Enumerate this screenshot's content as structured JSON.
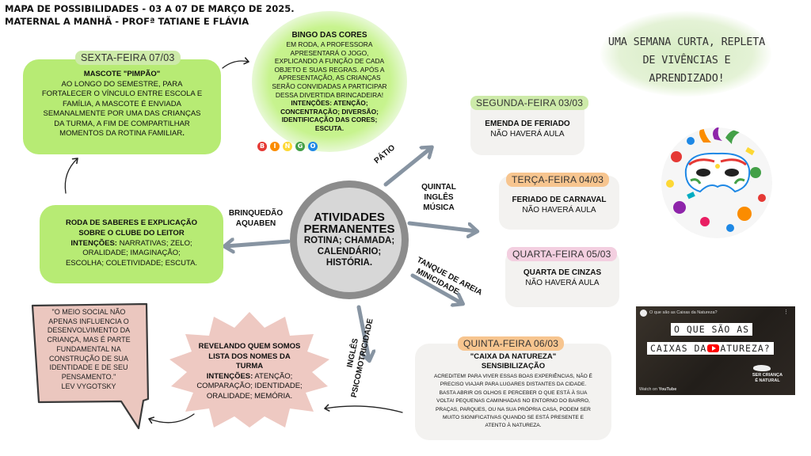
{
  "header": {
    "line1": "MAPA DE POSSIBILIDADES -  03 A 07 DE MARÇO DE 2025.",
    "line2": "MATERNAL A MANHÃ - PROFª TATIANE E FLÁVIA"
  },
  "tagline": {
    "line1": "UMA SEMANA CURTA, REPLETA",
    "line2": "DE VIVÊNCIAS E APRENDIZADO!"
  },
  "center": {
    "title1": "ATIVIDADES",
    "title2": "PERMANENTES",
    "sub1": "ROTINA; CHAMADA;",
    "sub2": "CALENDÁRIO;",
    "sub3": "HISTÓRIA."
  },
  "friday07": {
    "pill": "SEXTA-FEIRA 07/03",
    "title": "MASCOTE \"PIMPÃO\"",
    "l1": "AO LONGO DO SEMESTRE, PARA",
    "l2": "FORTALECER O VÍNCULO ENTRE ESCOLA E",
    "l3": "FAMÍLIA, A MASCOTE É ENVIADA",
    "l4": "SEMANALMENTE POR UMA DAS CRIANÇAS",
    "l5": "DA TURMA, A FIM DE COMPARTILHAR",
    "l6": "MOMENTOS DA ROTINA FAMILIAR",
    "l6_end": "."
  },
  "bingo": {
    "title": "BINGO DAS CORES",
    "l1": "EM RODA, A PROFESSORA",
    "l2": "APRESENTARÁ O JOGO,",
    "l3": "EXPLICANDO A FUNÇÃO DE CADA",
    "l4": "OBJETO E SUAS REGRAS. APÓS A",
    "l5": "APRESENTAÇÃO, AS CRIANÇAS",
    "l6": "SERÃO CONVIDADAS A PARTICIPAR",
    "l7": "DESSA DIVERTIDA BRINCADEIRA!",
    "l8": "INTENÇÕES: ATENÇÃO;",
    "l9": "CONCENTRAÇÃO; DIVERSÃO;",
    "l10": "IDENTIFICAÇÃO DAS CORES;",
    "l11": "ESCUTA.",
    "logo_letters": [
      "B",
      "I",
      "N",
      "G",
      "O"
    ]
  },
  "roda": {
    "title1": "RODA DE SABERES E EXPLICAÇÃO",
    "title2": "SOBRE O CLUBE DO LEITOR",
    "int_label": "INTENÇÕES:",
    "l1": " NARRATIVAS; ZELO;",
    "l2": "ORALIDADE; IMAGINAÇÃO;",
    "l3": "ESCOLHA; COLETIVIDADE; ESCUTA."
  },
  "quote": {
    "l1": "\"O MEIO SOCIAL NÃO",
    "l2": "APENAS INFLUENCIA O",
    "l3": "DESENVOLVIMENTO DA",
    "l4": "CRIANÇA, MAS É PARTE",
    "l5": "FUNDAMENTAL NA",
    "l6": "CONSTRUÇÃO DE SUA",
    "l7": "IDENTIDADE E DE SEU",
    "l8": "PENSAMENTO.\"",
    "author": "LEV VYGOTSKY"
  },
  "revelando": {
    "title1": "REVELANDO QUEM SOMOS",
    "title2": "LISTA DOS NOMES DA",
    "title3": "TURMA",
    "int_label": "INTENÇÕES:",
    "l1": " ATENÇÃO;",
    "l2": "COMPARAÇÃO; IDENTIDADE;",
    "l3": "ORALIDADE; MEMÓRIA."
  },
  "labels": {
    "patio": "PÁTIO",
    "quintal": "QUINTAL",
    "ingles": "INGLÊS",
    "musica": "MÚSICA",
    "brinquedao": "BRINQUEDÃO",
    "aquaben": "AQUABEN",
    "tanque1": "TANQUE DE AREIA",
    "tanque2": "MINICIDADE",
    "ingles2": "INGLÊS",
    "psico": "PSICOMOTRICIDADE"
  },
  "monday": {
    "pill": "SEGUNDA-FEIRA 03/03",
    "title": "EMENDA DE FERIADO",
    "sub": "NÃO HAVERÁ AULA"
  },
  "tuesday": {
    "pill": "TERÇA-FEIRA 04/03",
    "title": "FERIADO DE CARNAVAL",
    "sub": "NÃO HAVERÁ AULA"
  },
  "wednesday": {
    "pill": "QUARTA-FEIRA 05/03",
    "title": "QUARTA DE CINZAS",
    "sub": "NÃO HAVERÁ AULA"
  },
  "thursday": {
    "pill": "QUINTA-FEIRA 06/03",
    "title1": "\"CAIXA DA NATUREZA\"",
    "title2": "SENSIBILIZAÇÃO",
    "l1": "ACREDITEM! PARA VIVER ESSAS BOAS EXPERIÊNCIAS, NÃO É",
    "l2": "PRECISO VIAJAR PARA LUGARES DISTANTES DA CIDADE.",
    "l3": "BASTA ABRIR OS OLHOS E PERCEBER O QUE ESTÁ À SUA",
    "l4": "VOLTA! PEQUENAS CAMINHADAS NO ENTORNO DO BAIRRO,",
    "l5": "PRAÇAS, PARQUES, OU NA SUA PRÓPRIA CASA, PODEM SER",
    "l6": "MUITO SIGNIFICATIVAS QUANDO SE ESTÁ PRESENTE E",
    "l7": "ATENTO À NATUREZA."
  },
  "video": {
    "top_title": "O que são as Caixas da Natureza?",
    "line1": "O QUE SÃO AS",
    "line2a": "CAIXAS DA",
    "line2b": "ATUREZA?",
    "brand1": "SER CRIANÇA",
    "brand2": "É NATURAL",
    "watch": "Watch on",
    "yt": "YouTube"
  },
  "colors": {
    "green_card": "#b7eb74",
    "pill_green": "#cdeaa9",
    "pill_orange": "#f7c58f",
    "pill_pink": "#f3cfe0",
    "quote_bg": "#ebc7bf",
    "star_bg": "#eec9c2",
    "day_card": "#f3f2f0",
    "arrow": "#8794a2"
  }
}
